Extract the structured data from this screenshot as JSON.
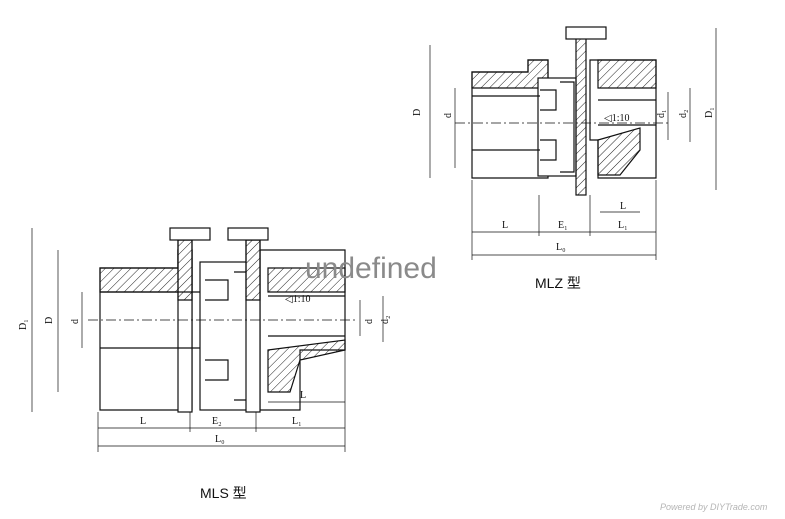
{
  "watermark": "undefined",
  "footer": "Powered by DIYTrade.com",
  "mlz": {
    "caption": "MLZ 型",
    "taper": "◁1:10",
    "dims": {
      "D": "D",
      "d": "d",
      "d1": "d₁",
      "d2": "d₂",
      "D1": "D₁",
      "L": "L",
      "E1": "E₁",
      "L1": "L₁",
      "L_small": "L",
      "L0": "L₀"
    }
  },
  "mls": {
    "caption": "MLS 型",
    "taper": "◁1:10",
    "dims": {
      "D1": "D₁",
      "D": "D",
      "d": "d",
      "d1": "d",
      "d2": "d₂",
      "L": "L",
      "E2": "E₂",
      "L1": "L₁",
      "L_small": "L",
      "L0": "L₀"
    }
  }
}
